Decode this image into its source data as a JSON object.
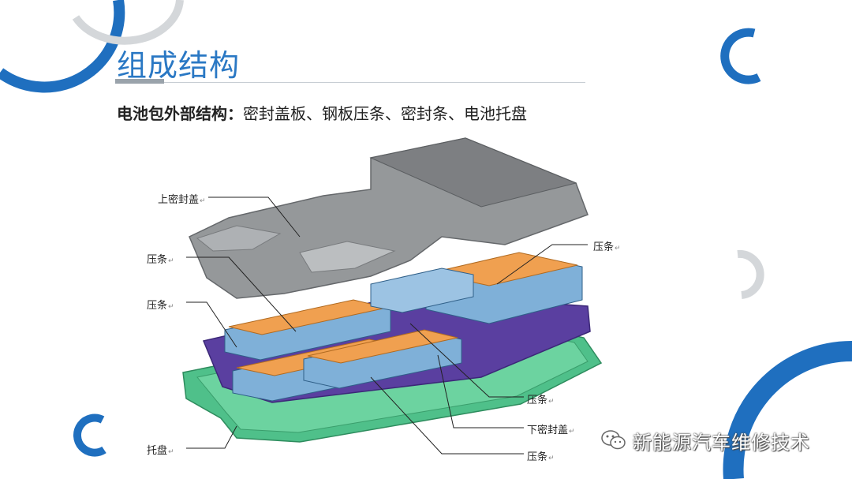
{
  "slide": {
    "title": "组成结构",
    "subtitle_bold": "电池包外部结构：",
    "subtitle_rest": "密封盖板、钢板压条、密封条、电池托盘"
  },
  "labels": {
    "upper_cover": "上密封盖",
    "bar_left_1": "压条",
    "bar_left_2": "压条",
    "tray": "托盘",
    "bar_right_top": "压条",
    "bar_right_mid": "压条",
    "lower_cover": "下密封盖",
    "bar_right_bottom": "压条"
  },
  "watermark": {
    "text": "新能源汽车维修技术"
  },
  "colors": {
    "accent_blue": "#1f6fbf",
    "title_blue": "#2a78c4",
    "cover_gray": "#8a8d90",
    "module_orange": "#f0a050",
    "module_blue": "#7fb0d8",
    "frame_purple": "#5a3fa0",
    "tray_green": "#4fc08a"
  }
}
